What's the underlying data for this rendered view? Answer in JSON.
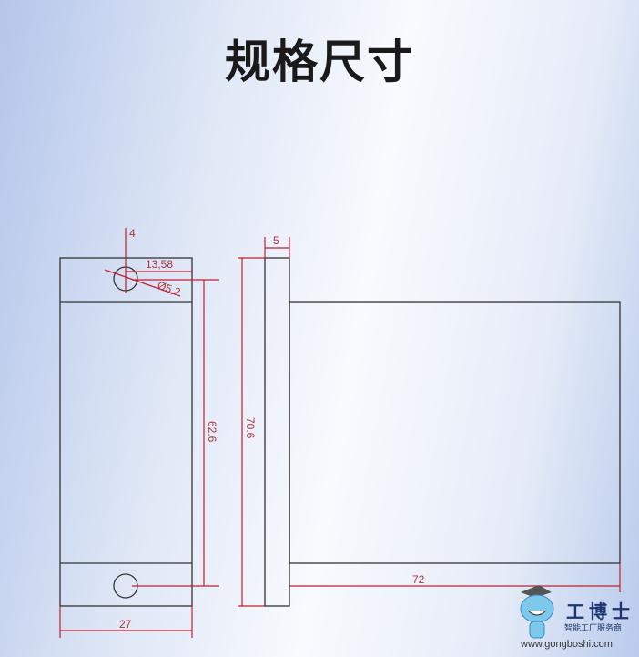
{
  "title": "规格尺寸",
  "dimensions": {
    "top_offset": "4",
    "hole_offset": "13,58",
    "hole_diameter": "Ø5,2",
    "hole_spacing": "62.6",
    "height": "70.6",
    "flange_thickness": "5",
    "length": "72",
    "width": "27"
  },
  "logo": {
    "name": "工博士",
    "tagline": "智能工厂服务商",
    "url": "www.gongboshi.com"
  },
  "colors": {
    "outline": "#333333",
    "dimension": "#c0202e"
  }
}
